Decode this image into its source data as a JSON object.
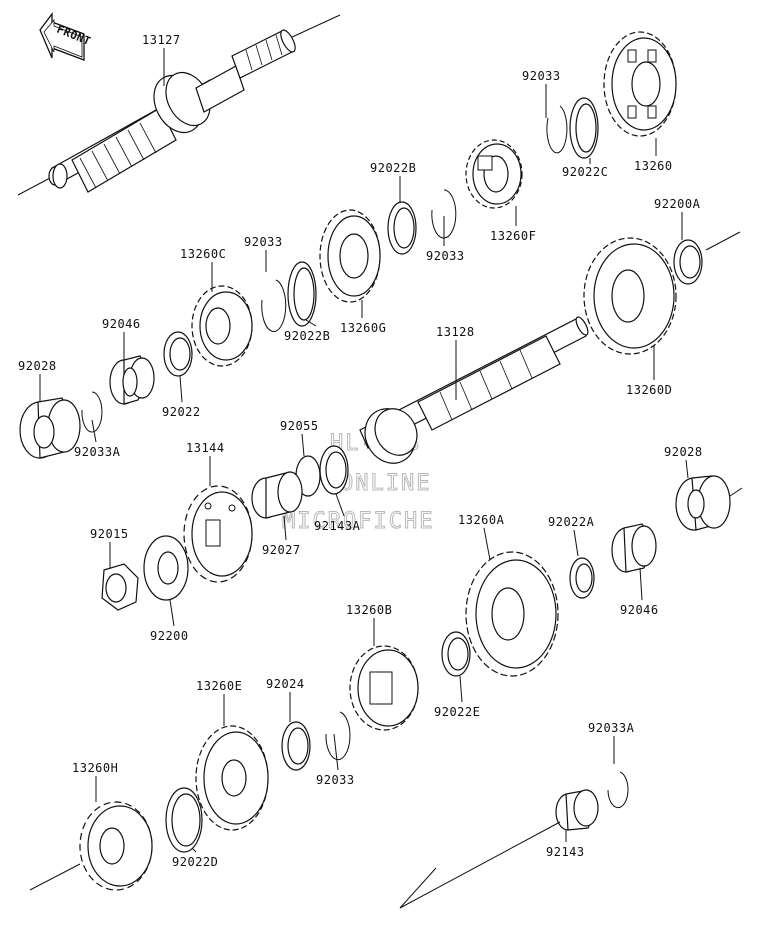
{
  "front_label": "FRONT",
  "watermark": [
    "HL-SPS",
    "ONLINE",
    "MICROFICHE"
  ],
  "parts": [
    {
      "id": "p13127",
      "label": "13127"
    },
    {
      "id": "p92033a",
      "label": "92033"
    },
    {
      "id": "p13260",
      "label": "13260"
    },
    {
      "id": "p92022c",
      "label": "92022C"
    },
    {
      "id": "p92022b_top",
      "label": "92022B"
    },
    {
      "id": "p13260f",
      "label": "13260F"
    },
    {
      "id": "p92033b",
      "label": "92033"
    },
    {
      "id": "p92200a",
      "label": "92200A"
    },
    {
      "id": "p13260c",
      "label": "13260C"
    },
    {
      "id": "p92033c",
      "label": "92033"
    },
    {
      "id": "p92022b",
      "label": "92022B"
    },
    {
      "id": "p13260g",
      "label": "13260G"
    },
    {
      "id": "p92046_l",
      "label": "92046"
    },
    {
      "id": "p13128",
      "label": "13128"
    },
    {
      "id": "p13260d",
      "label": "13260D"
    },
    {
      "id": "p92028_l",
      "label": "92028"
    },
    {
      "id": "p92022_l",
      "label": "92022"
    },
    {
      "id": "p92033a_l",
      "label": "92033A"
    },
    {
      "id": "p92055",
      "label": "92055"
    },
    {
      "id": "p13144",
      "label": "13144"
    },
    {
      "id": "p92028_r",
      "label": "92028"
    },
    {
      "id": "p92143a",
      "label": "92143A"
    },
    {
      "id": "p92027",
      "label": "92027"
    },
    {
      "id": "p92015",
      "label": "92015"
    },
    {
      "id": "p13260a",
      "label": "13260A"
    },
    {
      "id": "p92022a",
      "label": "92022A"
    },
    {
      "id": "p92200",
      "label": "92200"
    },
    {
      "id": "p92046_r",
      "label": "92046"
    },
    {
      "id": "p13260b",
      "label": "13260B"
    },
    {
      "id": "p13260e",
      "label": "13260E"
    },
    {
      "id": "p92024",
      "label": "92024"
    },
    {
      "id": "p92022e",
      "label": "92022E"
    },
    {
      "id": "p92033d",
      "label": "92033"
    },
    {
      "id": "p92033a_r",
      "label": "92033A"
    },
    {
      "id": "p13260h",
      "label": "13260H"
    },
    {
      "id": "p92022d",
      "label": "92022D"
    },
    {
      "id": "p92143",
      "label": "92143"
    }
  ]
}
